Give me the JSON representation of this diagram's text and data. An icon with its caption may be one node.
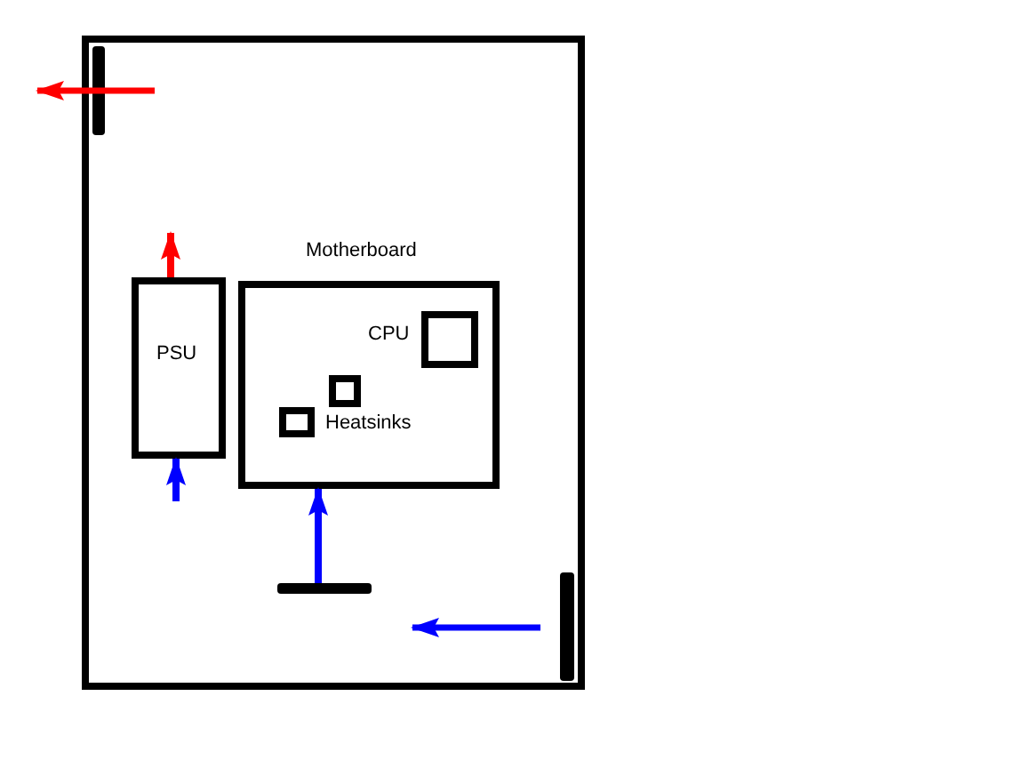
{
  "diagram": {
    "nodes": [
      {
        "text": [],
        "shape": "box"
      },
      {
        "text": [],
        "shape": "bar",
        "in": 0
      },
      {
        "text": [
          "PSU"
        ],
        "in": 0
      },
      {
        "text": [
          "Motherboard"
        ],
        "in": 0
      },
      {
        "text": [],
        "shape": "box",
        "beside": [
          "CPU"
        ],
        "in": 3
      },
      {
        "text": [],
        "shape": "box",
        "in": 3
      },
      {
        "text": [],
        "shape": "box",
        "in": 3
      },
      {
        "text": [],
        "shape": "bar",
        "in": 0
      },
      {
        "text": [],
        "shape": "bar",
        "in": 0
      }
    ],
    "edges": [
      {
        "from": null,
        "to": 2,
        "arrow": "to",
        "color": "#0000ff"
      },
      {
        "from": 2,
        "to": null,
        "arrow": "to",
        "color": "#ff0000"
      },
      {
        "from": 7,
        "to": 3,
        "arrow": "to",
        "color": "#0000ff"
      }
    ],
    "labels": [
      "Heatsinks"
    ]
  }
}
